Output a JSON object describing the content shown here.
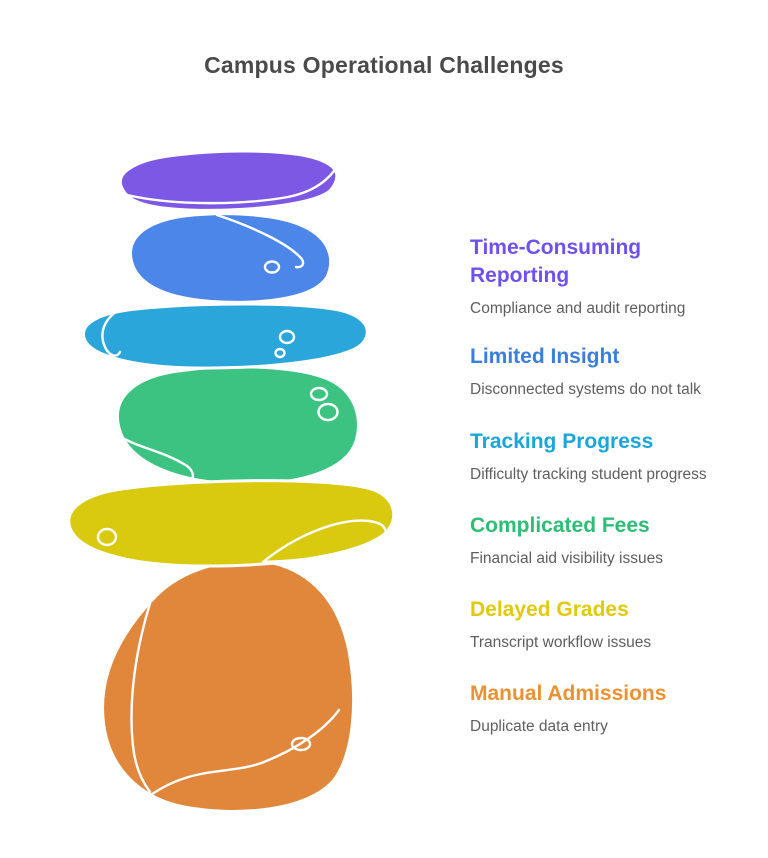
{
  "title": "Campus Operational Challenges",
  "title_color": "#4A4A4A",
  "description_color": "#5E5E5E",
  "background_color": "#FFFFFF",
  "outline_color": "#FFFFFF",
  "items": [
    {
      "heading": "Time-Consuming Reporting",
      "description": "Compliance and audit reporting",
      "heading_color": "#6F50F0",
      "stone_color": "#7D58E4",
      "stone": "purple-flat-stone-top"
    },
    {
      "heading": "Limited Insight",
      "description": "Disconnected systems do not talk",
      "heading_color": "#3B7EDD",
      "stone_color": "#4B86E8",
      "stone": "blue-round-stone"
    },
    {
      "heading": "Tracking Progress",
      "description": "Difficulty tracking student progress",
      "heading_color": "#19A7DA",
      "stone_color": "#2AA6DA",
      "stone": "cyan-flat-stone"
    },
    {
      "heading": "Complicated Fees",
      "description": "Financial aid visibility issues",
      "heading_color": "#2DBE76",
      "stone_color": "#3CC382",
      "stone": "green-round-stone"
    },
    {
      "heading": "Delayed Grades",
      "description": "Transcript workflow issues",
      "heading_color": "#E3C90C",
      "stone_color": "#D9CA10",
      "stone": "yellow-flat-stone"
    },
    {
      "heading": "Manual Admissions",
      "description": "Duplicate data entry",
      "heading_color": "#EB9132",
      "stone_color": "#E0873B",
      "stone": "orange-large-stone-base"
    }
  ]
}
